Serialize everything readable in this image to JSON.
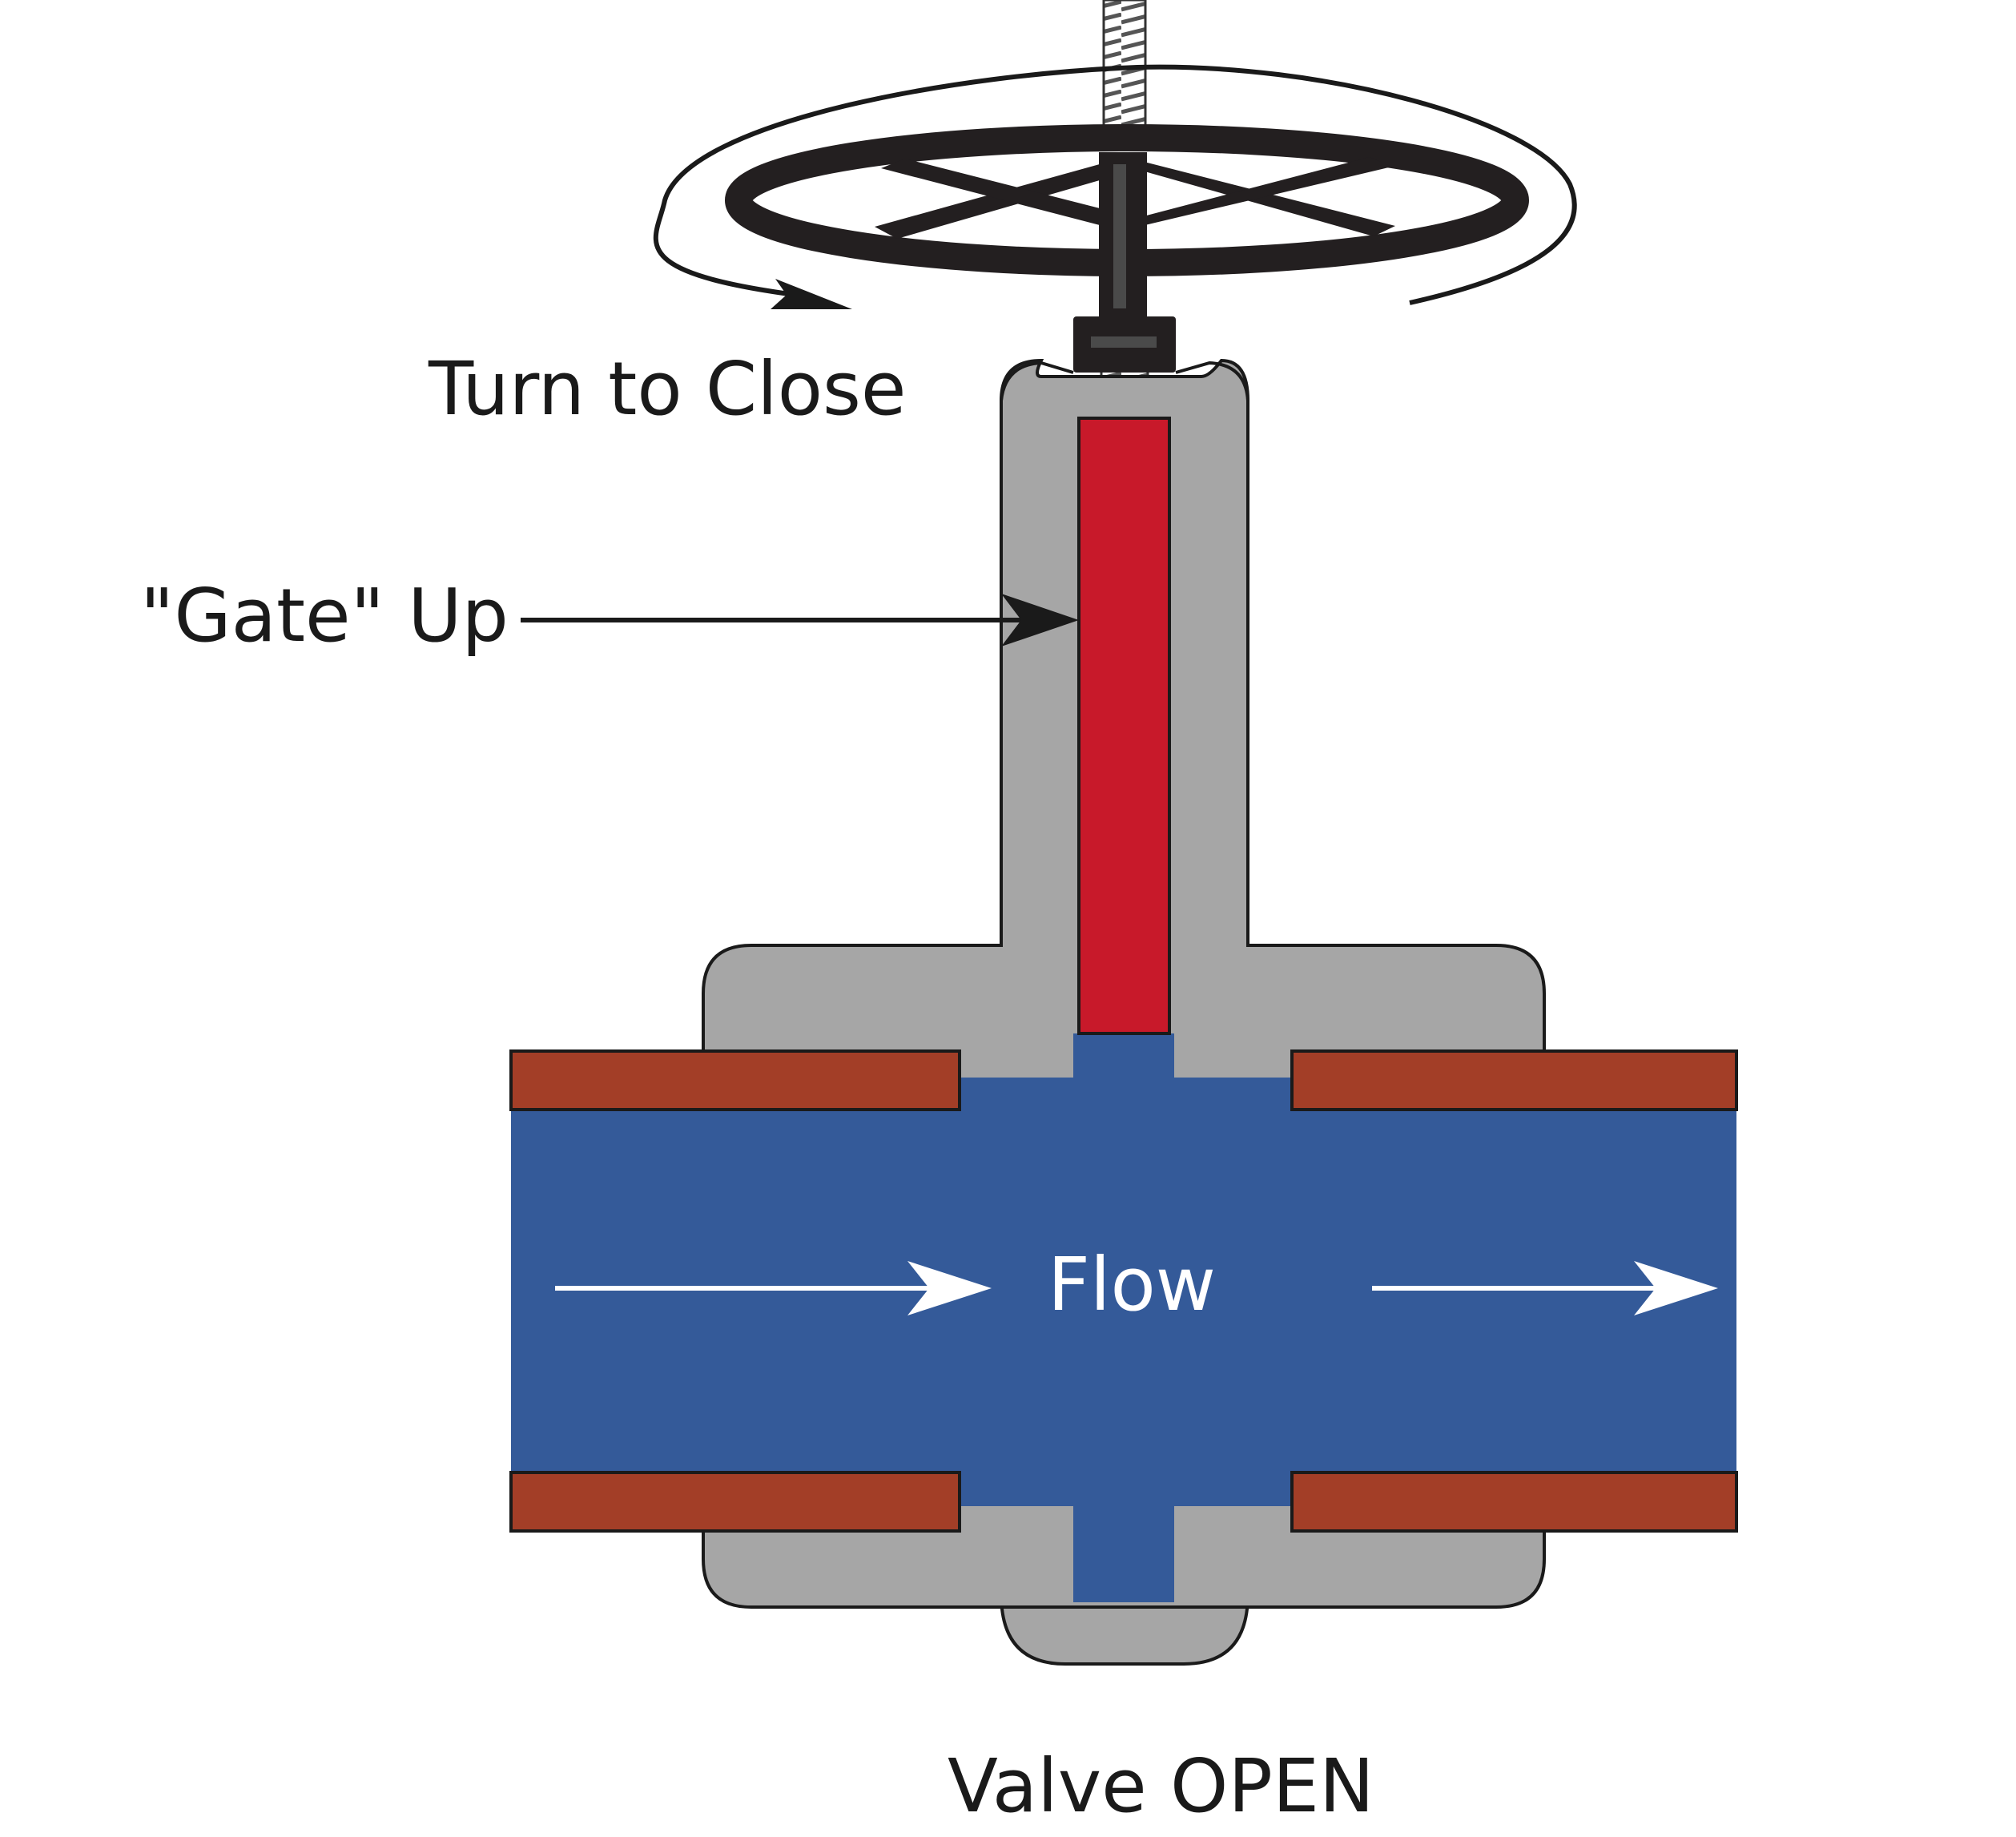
{
  "labels": {
    "turn_direction": "Turn to Close",
    "gate_position": "\"Gate\" Up",
    "flow": "Flow",
    "valve_state": "Valve OPEN"
  },
  "colors": {
    "valve_body": "#a6a6a6",
    "gate": "#c8192a",
    "fluid": "#345a99",
    "pipe_wall": "#a33e27",
    "handwheel": "#231f20",
    "outline": "#1a1a1a",
    "flow_arrow": "#ffffff"
  },
  "icons": {
    "handwheel": "handwheel-icon",
    "rotation_arrow": "rotation-arrow-icon",
    "threaded_stem": "threaded-stem-icon"
  }
}
